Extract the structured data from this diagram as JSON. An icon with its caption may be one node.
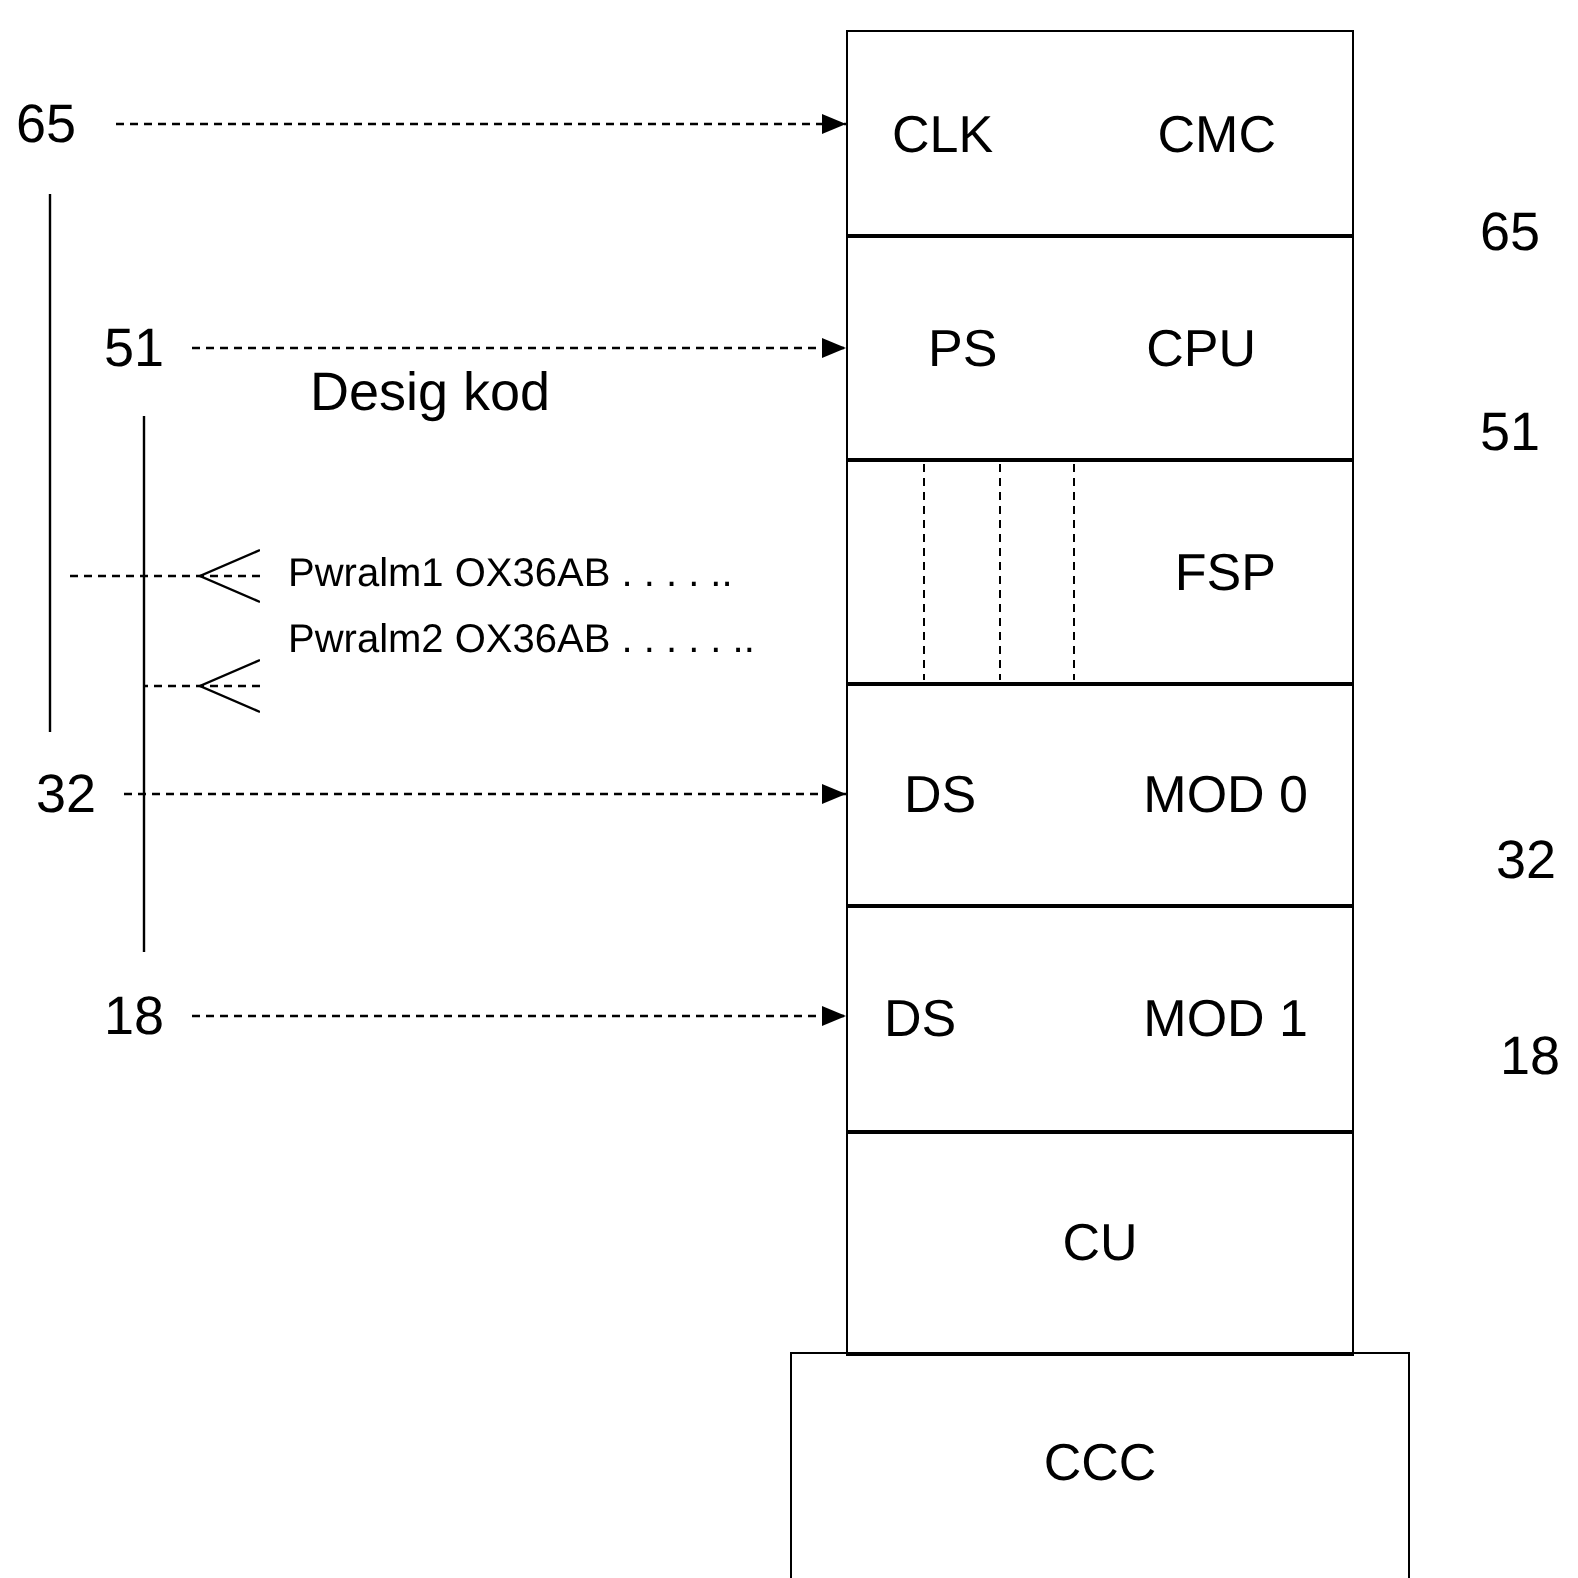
{
  "diagram": {
    "nodes": [
      {
        "text": [
          "65"
        ]
      },
      {
        "text": [
          "CLK",
          "CMC"
        ]
      },
      {
        "text": [
          "51"
        ]
      },
      {
        "text": [
          "PS",
          "CPU"
        ]
      },
      {
        "text": [
          "Pwralm1 OX36AB . . . . .."
        ]
      },
      {
        "text": [
          "FSP"
        ]
      },
      {
        "text": [
          "Pwralm2 OX36AB . . . . . .."
        ]
      },
      {
        "text": [
          "32"
        ]
      },
      {
        "text": [
          "DS",
          "MOD 0"
        ]
      },
      {
        "text": [
          "18"
        ]
      },
      {
        "text": [
          "DS",
          "MOD 1"
        ]
      },
      {
        "text": [
          "CU"
        ]
      },
      {
        "text": [
          "CCC"
        ]
      }
    ],
    "edges": [
      {
        "from": 0,
        "to": 1,
        "arrow": "to",
        "style": "dashed"
      },
      {
        "from": 2,
        "to": 3,
        "arrow": "to",
        "style": "dashed"
      },
      {
        "from": 4,
        "to": null,
        "arrow": "other",
        "style": "dashed"
      },
      {
        "from": 6,
        "to": null,
        "arrow": "other",
        "style": "dashed"
      },
      {
        "from": 7,
        "to": 8,
        "arrow": "to",
        "style": "dashed"
      },
      {
        "from": 9,
        "to": 10,
        "arrow": "to",
        "style": "dashed"
      }
    ],
    "labels": [
      "65",
      "Desig kod",
      "51",
      "32",
      "18"
    ]
  }
}
